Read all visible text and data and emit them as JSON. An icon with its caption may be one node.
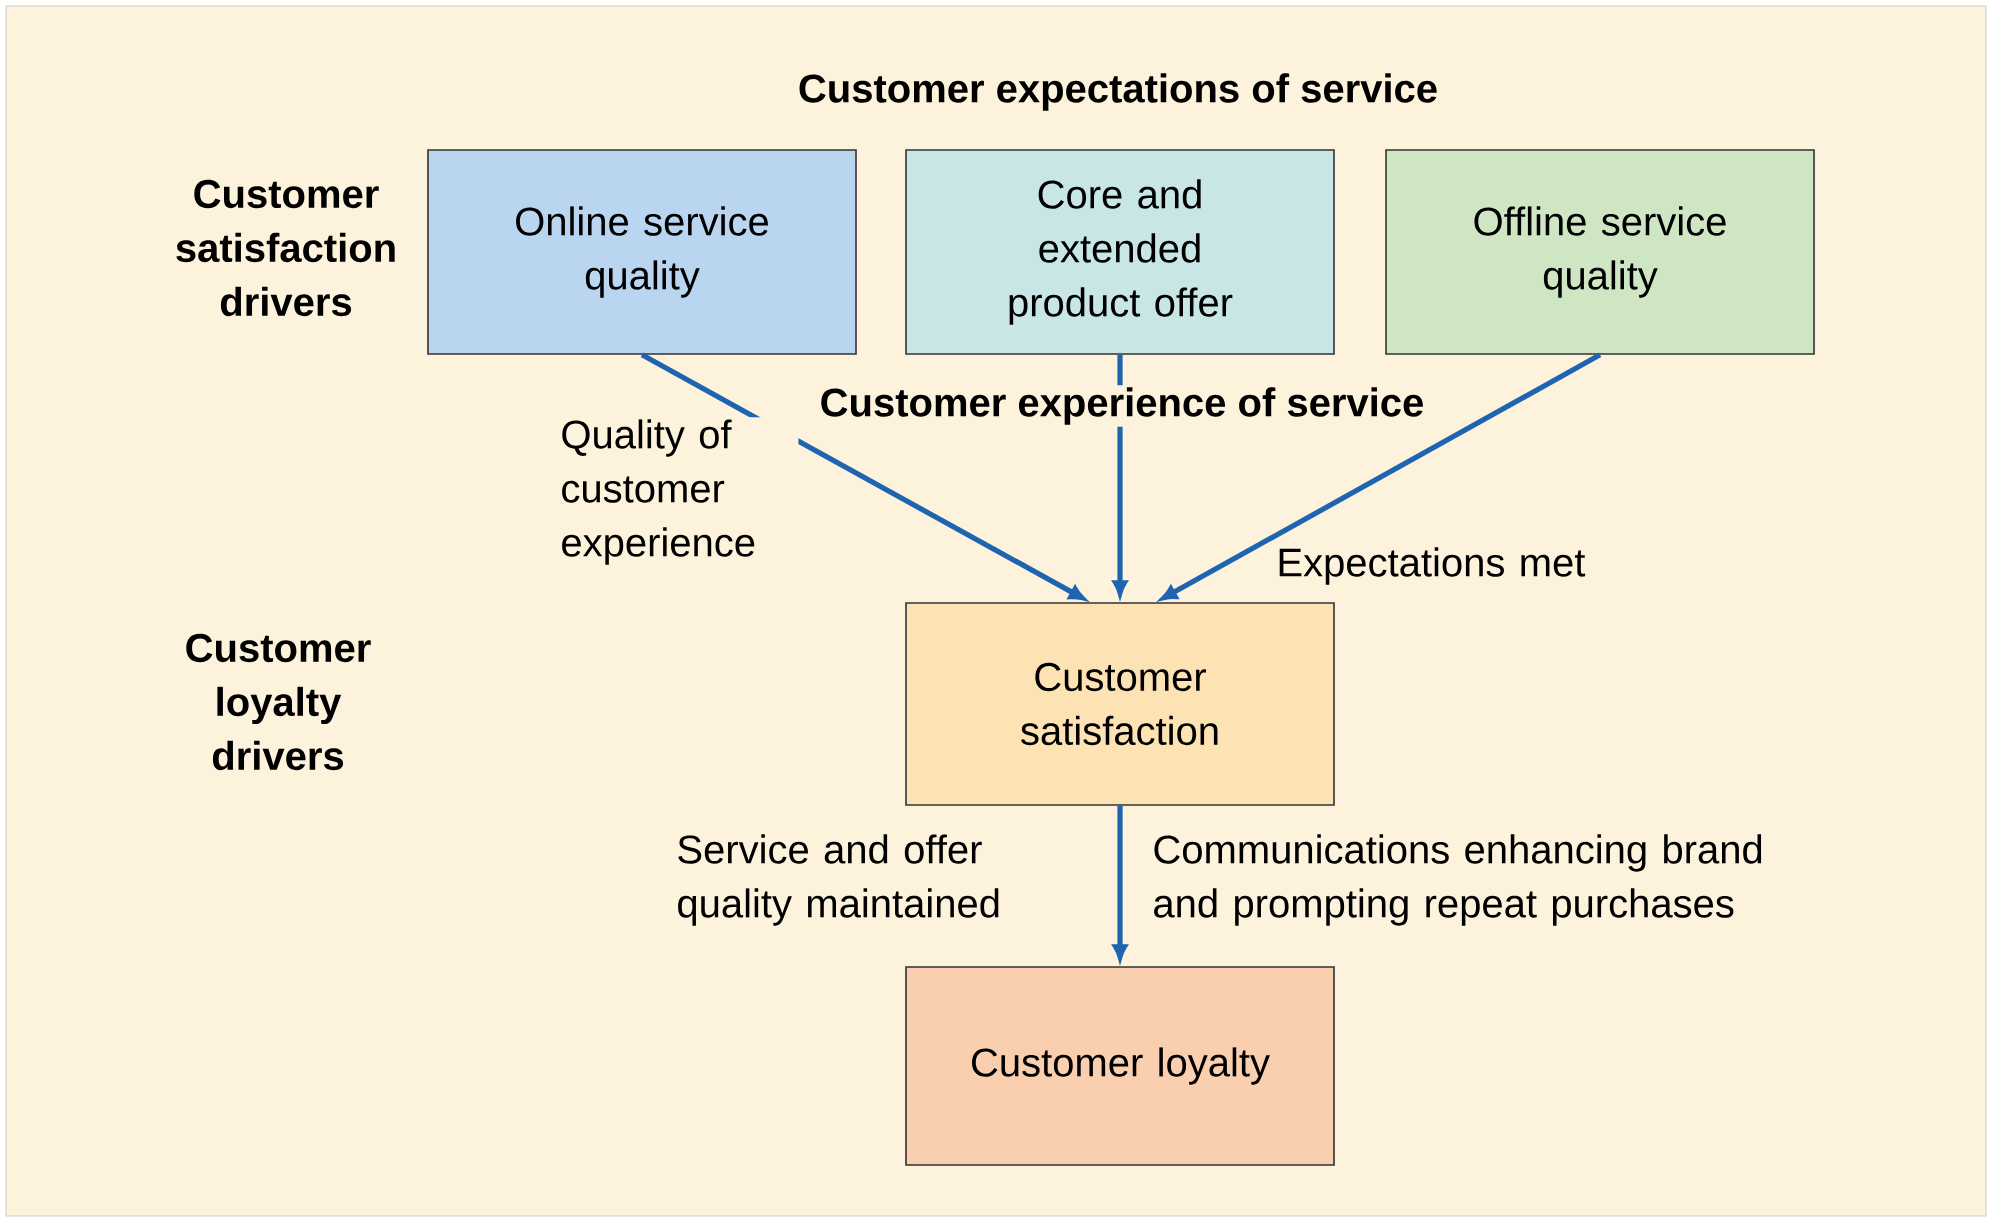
{
  "diagram": {
    "nodes": [
      {
        "text": [
          "Online service quality"
        ]
      },
      {
        "text": [
          "Core and extended product offer"
        ]
      },
      {
        "text": [
          "Offline service quality"
        ]
      },
      {
        "text": [
          "Customer satisfaction"
        ]
      },
      {
        "text": [
          "Customer loyalty"
        ]
      }
    ],
    "edges": [
      {
        "from": 0,
        "to": 3,
        "arrow": "to",
        "label": "Quality of customer experience"
      },
      {
        "from": 1,
        "to": 3,
        "arrow": "to"
      },
      {
        "from": 2,
        "to": 3,
        "arrow": "to",
        "label": "Expectations met"
      },
      {
        "from": 3,
        "to": 4,
        "arrow": "to"
      }
    ],
    "labels": [
      "Customer expectations of service",
      "Customer satisfaction drivers",
      "Customer experience of service",
      "Customer loyalty drivers",
      "Service and offer quality maintained",
      "Communications enhancing brand and prompting repeat purchases"
    ]
  }
}
